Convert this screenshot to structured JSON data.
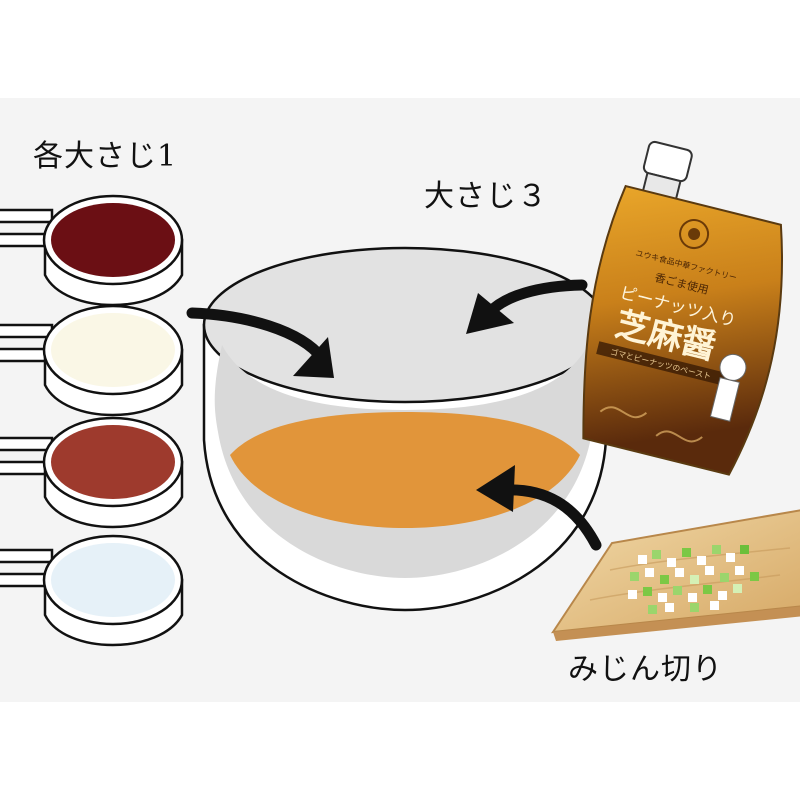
{
  "labels": {
    "each_tablespoon": "各大さじ1",
    "tablespoon_three": "大さじ３",
    "minced": "みじん切り"
  },
  "package": {
    "line_top": "ユウキ食品中華ファクトリー",
    "line_sub": "香ごま使用",
    "line_main": "ピーナッツ入り",
    "product": "芝麻醤",
    "line_bottom": "ゴマとピーナッツのペースト"
  },
  "colors": {
    "background": "#f4f4f4",
    "cup1": "#6b0f14",
    "cup2": "#faf7e6",
    "cup3": "#9e3a2d",
    "cup4": "#e6f1f8",
    "sauce": "#e1953a",
    "package": "#d08a1c"
  }
}
